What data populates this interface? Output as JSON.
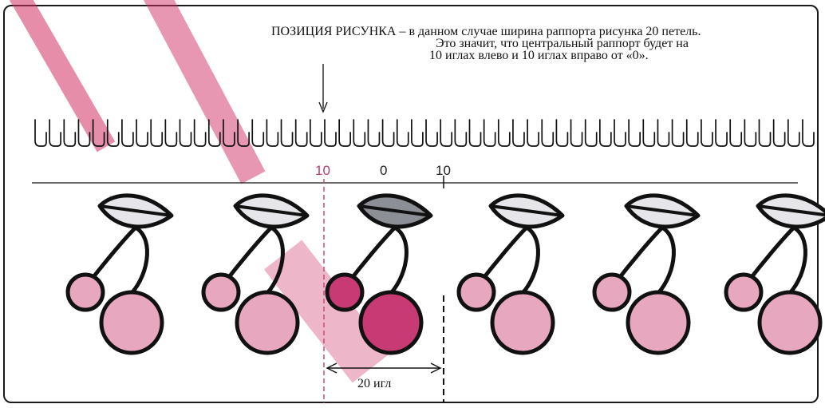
{
  "annotation": {
    "title": "ПОЗИЦИЯ РИСУНКА",
    "line1": " – в данном случае ширина раппорта рисунка 20 петель.",
    "line2": "Это значит, что центральный раппорт будет на",
    "line3": "10 иглах влево и 10 иглах вправо от «0»."
  },
  "scale": {
    "left": "10",
    "center": "0",
    "right": "10"
  },
  "width_label": "20 игл",
  "colors": {
    "line": "#111111",
    "pink_light": "#e7a7be",
    "pink_dark": "#c83a73",
    "leaf_light": "#e6e6ea",
    "leaf_dark": "#8d8f96",
    "marker_pink": "#c2407a",
    "watermark": "#cf2f63"
  },
  "icons": {
    "needle": "needle-hook-icon",
    "arrow": "down-arrow-icon",
    "motif": "cherry-motif"
  }
}
